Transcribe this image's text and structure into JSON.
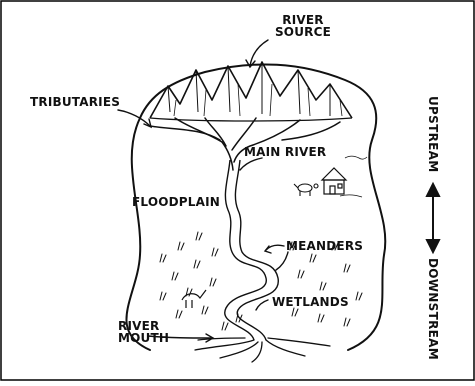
{
  "title": "",
  "labels": {
    "river_source_line1": "RIVER",
    "river_source_line2": "SOURCE",
    "tributaries": "TRIBUTARIES",
    "main_river": "MAIN RIVER",
    "floodplain": "FLOODPLAIN",
    "meanders": "MEANDERS",
    "wetlands": "WETLANDS",
    "river_mouth_line1": "RIVER",
    "river_mouth_line2": "MOUTH",
    "upstream": "UPSTREAM",
    "downstream": "DOWNSTREAM"
  },
  "colors": {
    "ink": "#111111",
    "frame": "#000000",
    "background": "#ffffff"
  },
  "icons": {
    "mountains": "mountain-range-icon",
    "house": "house-icon",
    "animal": "animal-icon",
    "bird": "bird-icon",
    "marsh": "marsh-grass-icon",
    "arrow": "double-headed-arrow-icon"
  }
}
